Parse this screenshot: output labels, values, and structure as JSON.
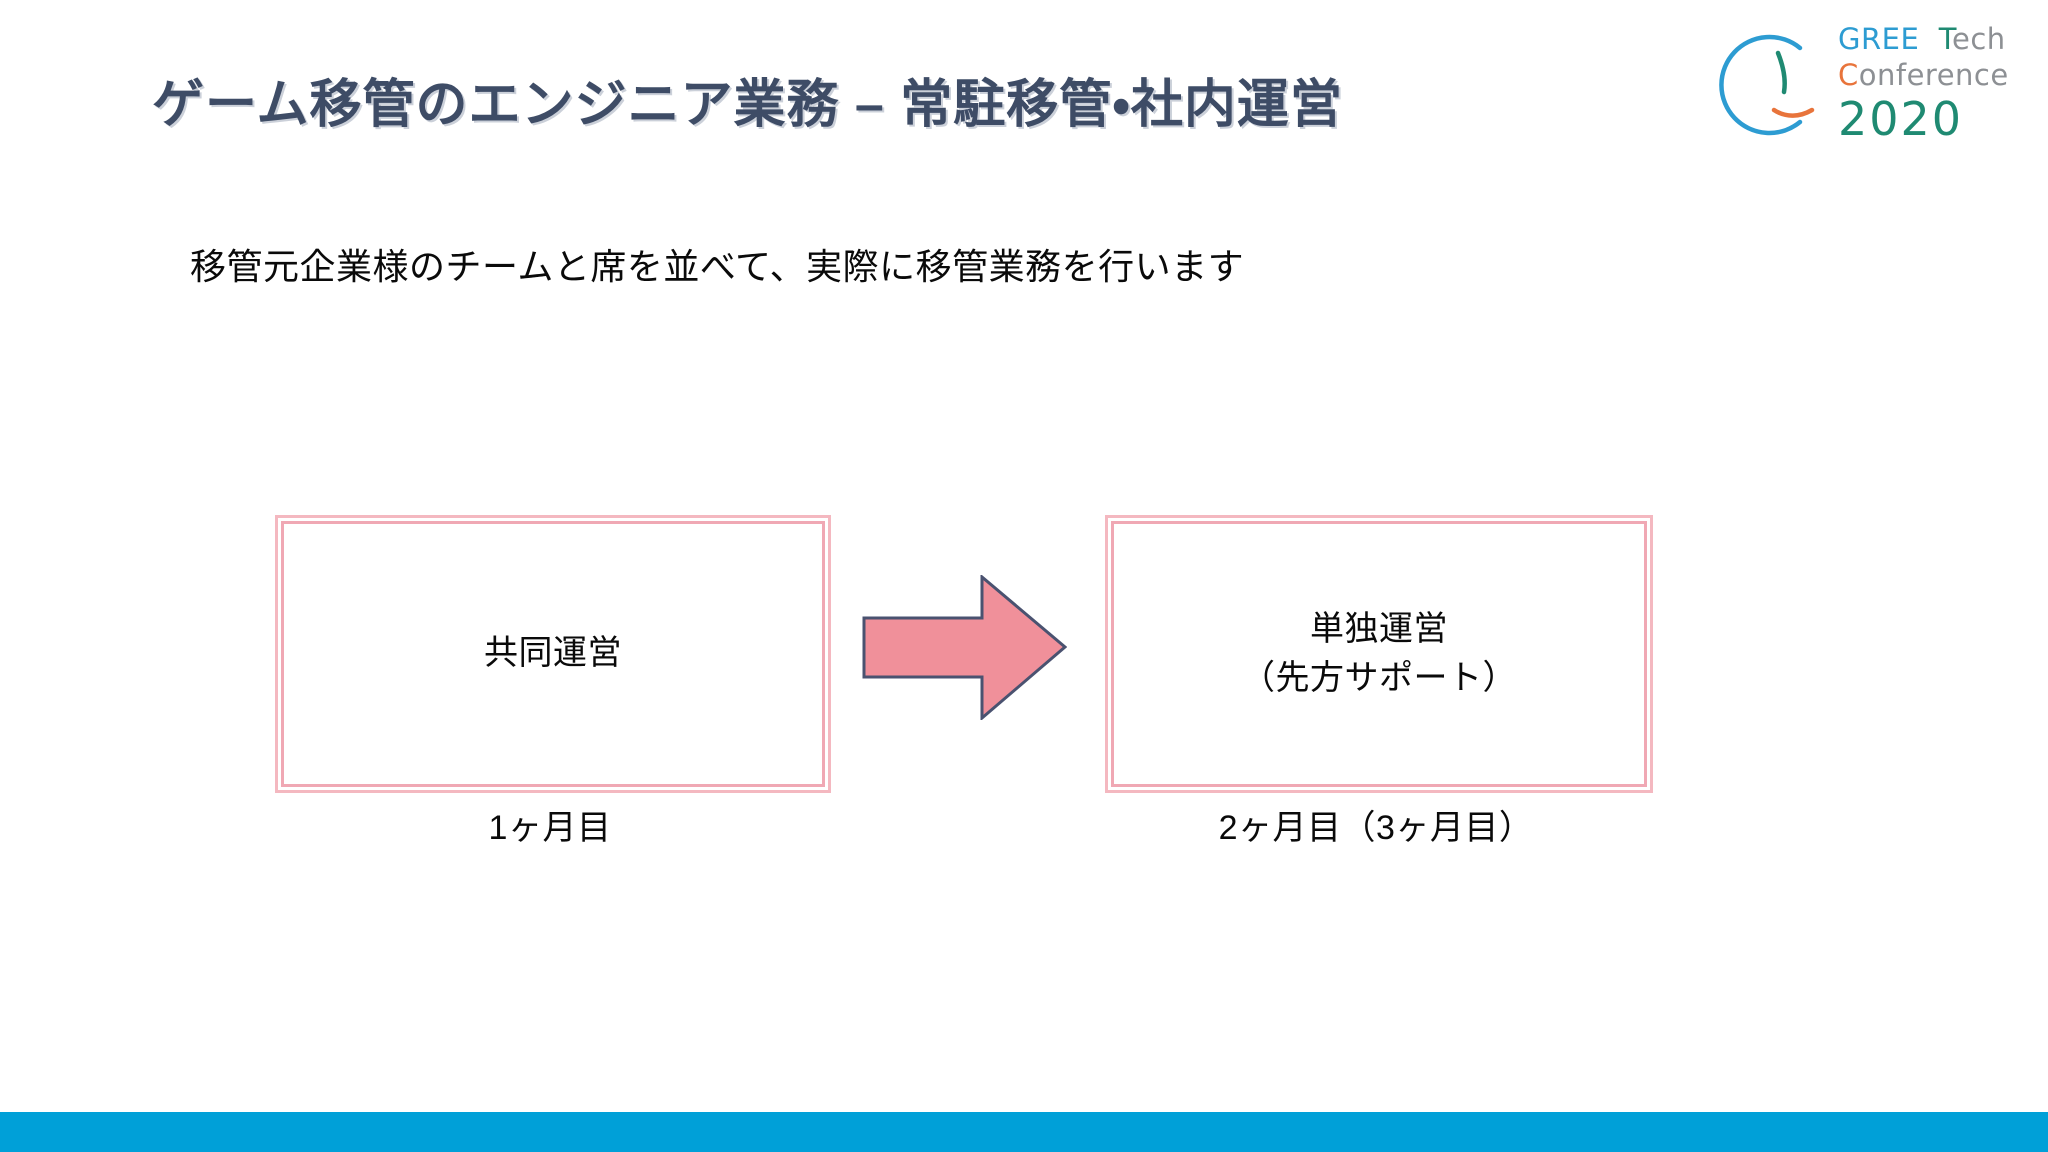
{
  "slide": {
    "title": "ゲーム移管のエンジニア業務 – 常駐移管・社内運営",
    "lead": "移管元企業様のチームと席を並べて、実際に移管業務を行います"
  },
  "logo": {
    "mark_name": "gree-g-circle-mark",
    "line1_primary": "GREE",
    "line1_secondary": "Tech",
    "line2_initial": "C",
    "line2_rest": "onference",
    "line3_year": "2020",
    "colors": {
      "blue": "#2D9CD2",
      "grey": "#8D9094",
      "teal": "#1F8A72",
      "orange": "#E8743B"
    }
  },
  "diagram": {
    "type": "two-phase-flow",
    "arrow_name": "right-arrow",
    "phases": [
      {
        "id": "phase-1",
        "label": "共同運営",
        "caption": "1ヶ月目"
      },
      {
        "id": "phase-2",
        "label_line1": "単独運営",
        "label_line2": "（先方サポート）",
        "caption": "2ヶ月目（3ヶ月目）"
      }
    ],
    "colors": {
      "box_border": "#F0A8B4",
      "arrow_fill": "#F0909A",
      "arrow_stroke": "#4A5270"
    }
  },
  "footer": {
    "bar_color": "#00A0D8"
  },
  "theme": {
    "title_color": "#3E4C66",
    "body_color": "#0a0a0a",
    "background": "#ffffff"
  }
}
